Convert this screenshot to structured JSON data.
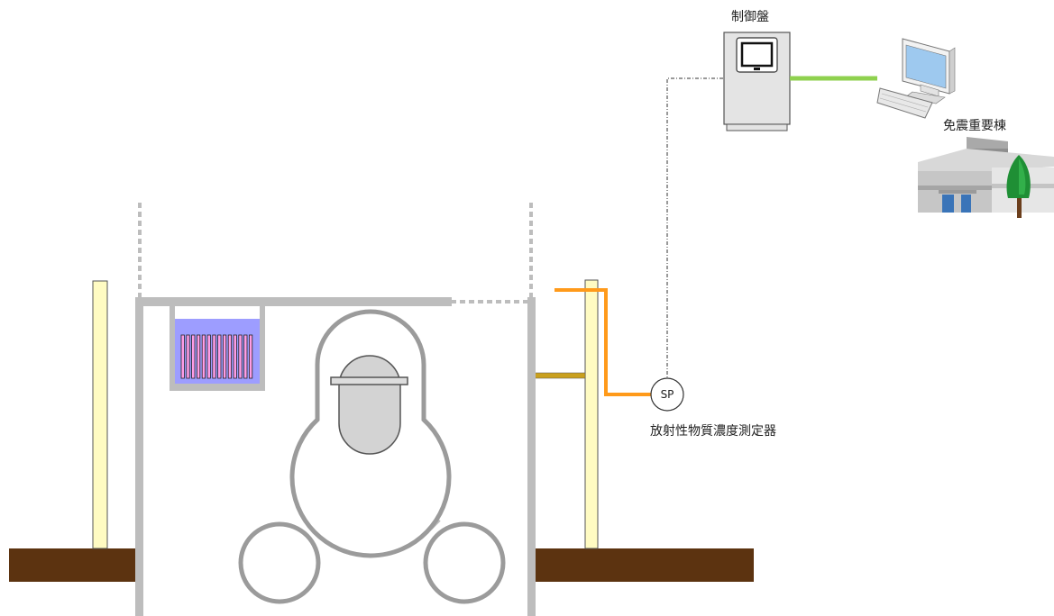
{
  "labels": {
    "control_panel": "制御盤",
    "seismic_building": "免震重要棟",
    "monitor": "放射性物質濃度測定器",
    "sp": "SP"
  },
  "colors": {
    "building_wall": "#bdbdbd",
    "ground": "#5c3310",
    "yellow_pillar": "#fffbc2",
    "pool_water": "#9d9dff",
    "fuel_rod": "#ff9de6",
    "sample_pipe": "#ff9a1a",
    "network_line": "#8fd14f",
    "reactor_fill": "#d3d3d3",
    "vessel_outline": "#9b9b9b"
  },
  "icons": {
    "control_panel": "control-panel-icon",
    "computer": "computer-icon",
    "building": "seismic-building-icon",
    "tree": "tree-icon",
    "sampling_point": "sampling-point-icon"
  }
}
